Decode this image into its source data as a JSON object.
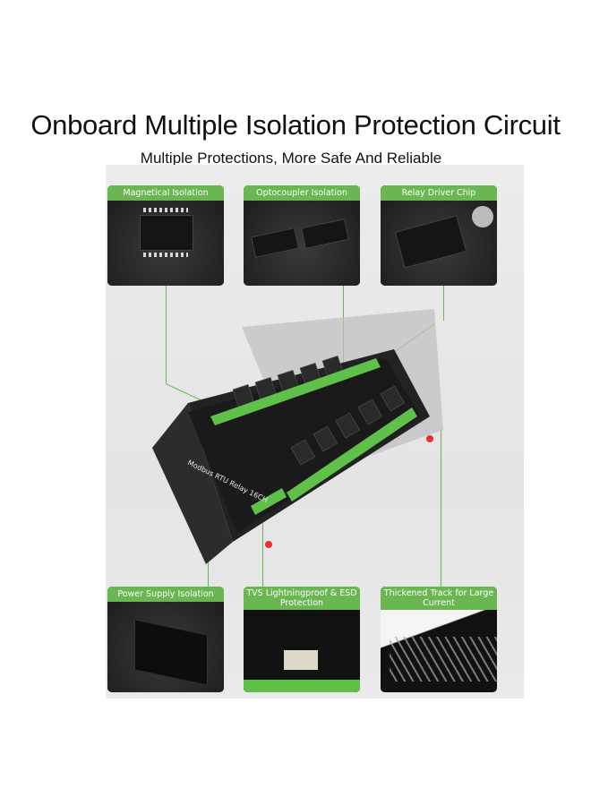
{
  "heading": {
    "title": "Onboard Multiple Isolation Protection Circuit",
    "subtitle": "Multiple Protections, More Safe And Reliable"
  },
  "callouts_top": [
    {
      "label": "Magnetical Isolation"
    },
    {
      "label": "Optocoupler Isolation"
    },
    {
      "label": "Relay Driver Chip"
    }
  ],
  "callouts_bottom": [
    {
      "label": "Power Supply Isolation"
    },
    {
      "label": "TVS Lightningproof & ESD Protection"
    },
    {
      "label": "Thickened Track for Large Current"
    }
  ],
  "board_silkscreen": "Modbus RTU Relay 16CH",
  "colors": {
    "accent": "#6ab752",
    "pcb": "#1e1e1e",
    "terminal": "#5fc04a"
  }
}
